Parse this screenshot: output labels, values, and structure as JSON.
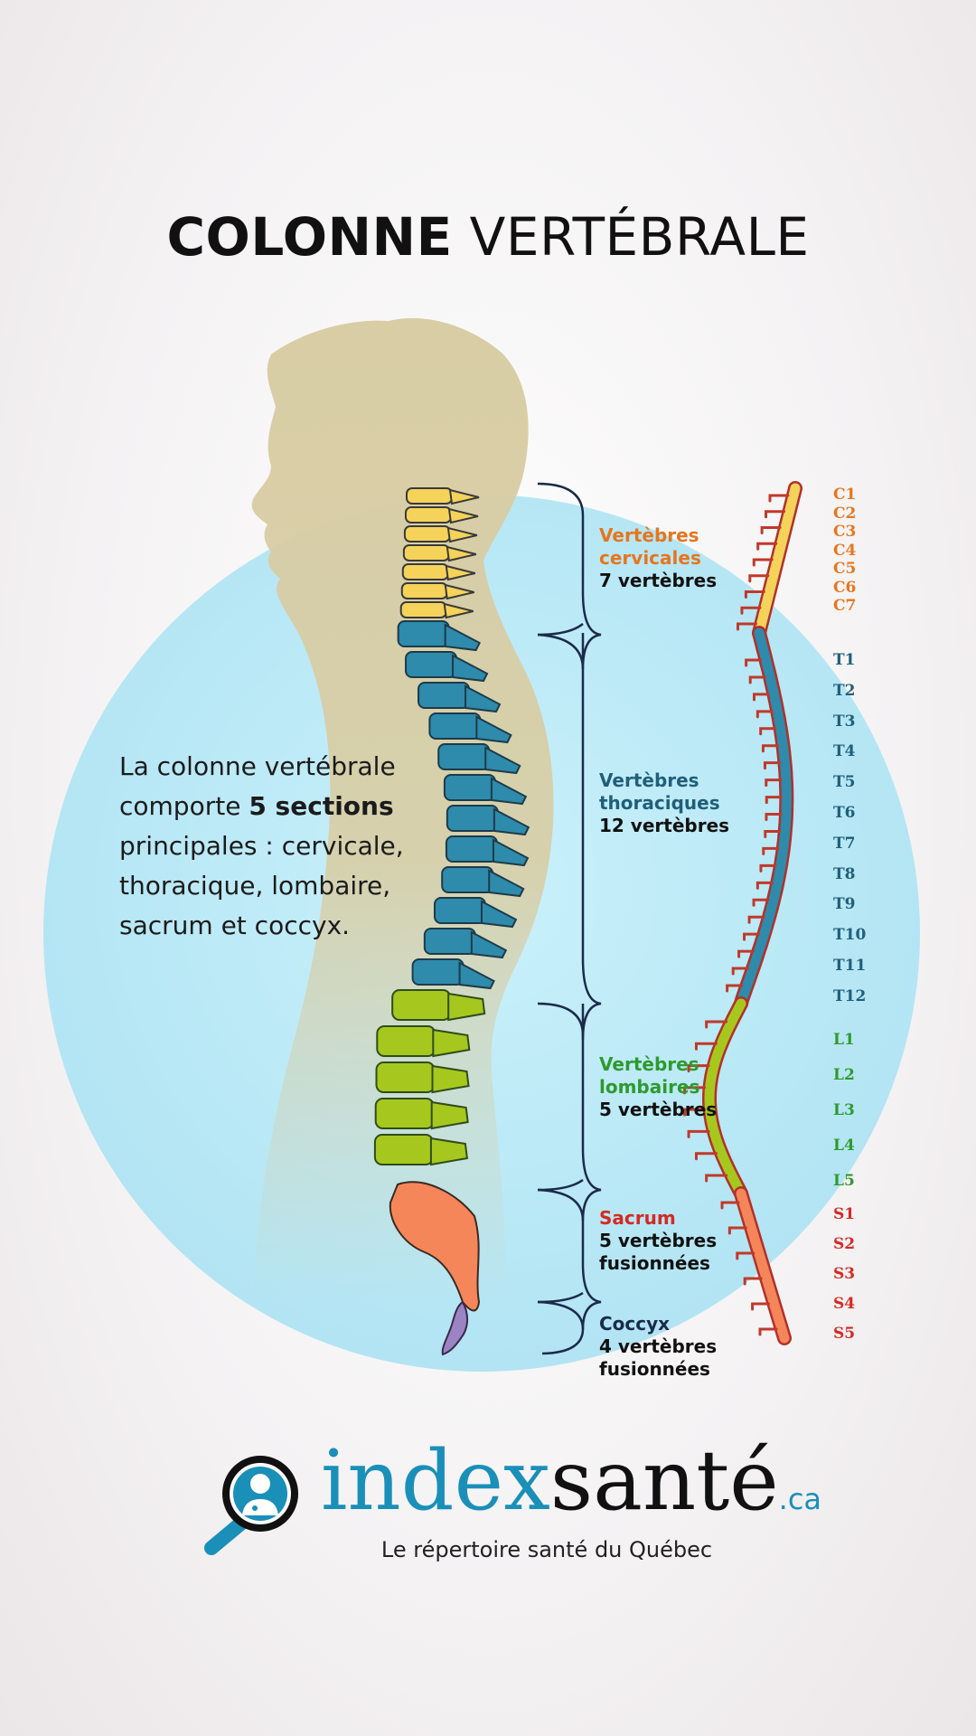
{
  "title": {
    "bold": "COLONNE",
    "light": " VERTÉBRALE"
  },
  "intro": {
    "part1": "La colonne vertébrale comporte ",
    "bold": "5 sections",
    "part2": " principales : cervicale, thoracique, lombaire, sacrum et coccyx."
  },
  "sections": [
    {
      "name_line1": "Vertèbres",
      "name_line2": "cervicales",
      "count": "7 vertèbres",
      "count2": "",
      "color": "#e5761f"
    },
    {
      "name_line1": "Vertèbres",
      "name_line2": "thoraciques",
      "count": "12 vertèbres",
      "count2": "",
      "color": "#1f5f7a"
    },
    {
      "name_line1": "Vertèbres",
      "name_line2": "lombaires",
      "count": "5 vertèbres",
      "count2": "",
      "color": "#2e9a2e"
    },
    {
      "name_line1": "Sacrum",
      "name_line2": "",
      "count": "5 vertèbres",
      "count2": "fusionnées",
      "color": "#d42a22"
    },
    {
      "name_line1": "Coccyx",
      "name_line2": "",
      "count": "4 vertèbres",
      "count2": "fusionnées",
      "color": "#1b2a4a"
    }
  ],
  "vertebra_labels": {
    "cervical": [
      "C1",
      "C2",
      "C3",
      "C4",
      "C5",
      "C6",
      "C7"
    ],
    "thoracic": [
      "T1",
      "T2",
      "T3",
      "T4",
      "T5",
      "T6",
      "T7",
      "T8",
      "T9",
      "T10",
      "T11",
      "T12"
    ],
    "lumbar": [
      "L1",
      "L2",
      "L3",
      "L4",
      "L5"
    ],
    "sacral": [
      "S1",
      "S2",
      "S3",
      "S4",
      "S5"
    ]
  },
  "colors": {
    "cervical": "#f5d35a",
    "thoracic": "#2e8bab",
    "lumbar": "#a6c81e",
    "sacrum": "#f5865a",
    "coccyx": "#9b83c4",
    "circle": "#bdeaf7",
    "silhouette": "#d8cda4",
    "brand": "#1a8fb8"
  },
  "logo": {
    "word_a": "index",
    "word_b": "santé",
    "tld": ".ca",
    "tagline": "Le répertoire santé du Québec"
  }
}
